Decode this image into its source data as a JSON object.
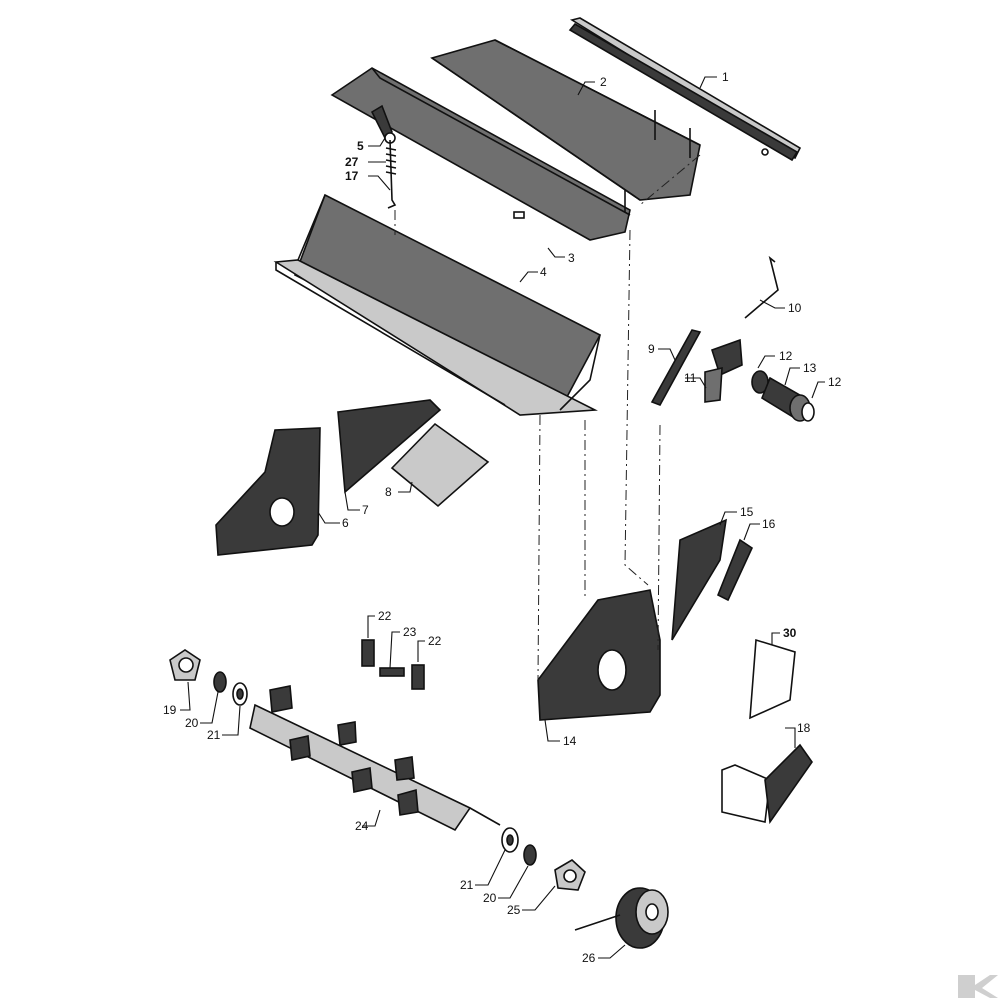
{
  "diagram": {
    "callouts": [
      {
        "id": "c1",
        "text": "1"
      },
      {
        "id": "c2",
        "text": "2"
      },
      {
        "id": "c3",
        "text": "3"
      },
      {
        "id": "c4",
        "text": "4"
      },
      {
        "id": "c5",
        "text": "5"
      },
      {
        "id": "c27",
        "text": "27"
      },
      {
        "id": "c17",
        "text": "17"
      },
      {
        "id": "c10",
        "text": "10"
      },
      {
        "id": "c9",
        "text": "9"
      },
      {
        "id": "c12a",
        "text": "12"
      },
      {
        "id": "c13",
        "text": "13"
      },
      {
        "id": "c12b",
        "text": "12"
      },
      {
        "id": "c11",
        "text": "11"
      },
      {
        "id": "c6",
        "text": "6"
      },
      {
        "id": "c7",
        "text": "7"
      },
      {
        "id": "c8",
        "text": "8"
      },
      {
        "id": "c15",
        "text": "15"
      },
      {
        "id": "c16",
        "text": "16"
      },
      {
        "id": "c22a",
        "text": "22"
      },
      {
        "id": "c23",
        "text": "23"
      },
      {
        "id": "c22b",
        "text": "22"
      },
      {
        "id": "c30",
        "text": "30"
      },
      {
        "id": "c19",
        "text": "19"
      },
      {
        "id": "c20a",
        "text": "20"
      },
      {
        "id": "c21a",
        "text": "21"
      },
      {
        "id": "c14",
        "text": "14"
      },
      {
        "id": "c18",
        "text": "18"
      },
      {
        "id": "c24",
        "text": "24"
      },
      {
        "id": "c21b",
        "text": "21"
      },
      {
        "id": "c20b",
        "text": "20"
      },
      {
        "id": "c25",
        "text": "25"
      },
      {
        "id": "c26",
        "text": "26"
      }
    ],
    "colors": {
      "ink": "#111111",
      "shade": "#6f6f6f",
      "dark": "#3a3a3a",
      "light": "#c9c9c9"
    }
  }
}
